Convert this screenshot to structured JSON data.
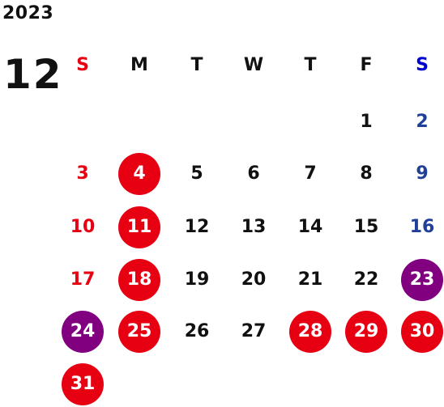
{
  "header": {
    "year": "2023",
    "month": "12"
  },
  "weekdays": [
    {
      "label": "S",
      "color": "#e60012"
    },
    {
      "label": "M",
      "color": "#111111"
    },
    {
      "label": "T",
      "color": "#111111"
    },
    {
      "label": "W",
      "color": "#111111"
    },
    {
      "label": "T",
      "color": "#111111"
    },
    {
      "label": "F",
      "color": "#111111"
    },
    {
      "label": "S",
      "color": "#0000cc"
    }
  ],
  "colors": {
    "sunday_text": "#e60012",
    "saturday_text": "#1f3f99",
    "weekday_text": "#111111",
    "holiday_circle": "#e60012",
    "special_circle": "#800080",
    "circle_text": "#ffffff"
  },
  "days": [
    {
      "day": "1",
      "week": 0,
      "weekday": 5,
      "style": "normal"
    },
    {
      "day": "2",
      "week": 0,
      "weekday": 6,
      "style": "saturday"
    },
    {
      "day": "3",
      "week": 1,
      "weekday": 0,
      "style": "sunday"
    },
    {
      "day": "4",
      "week": 1,
      "weekday": 1,
      "style": "holiday"
    },
    {
      "day": "5",
      "week": 1,
      "weekday": 2,
      "style": "normal"
    },
    {
      "day": "6",
      "week": 1,
      "weekday": 3,
      "style": "normal"
    },
    {
      "day": "7",
      "week": 1,
      "weekday": 4,
      "style": "normal"
    },
    {
      "day": "8",
      "week": 1,
      "weekday": 5,
      "style": "normal"
    },
    {
      "day": "9",
      "week": 1,
      "weekday": 6,
      "style": "saturday"
    },
    {
      "day": "10",
      "week": 2,
      "weekday": 0,
      "style": "sunday"
    },
    {
      "day": "11",
      "week": 2,
      "weekday": 1,
      "style": "holiday"
    },
    {
      "day": "12",
      "week": 2,
      "weekday": 2,
      "style": "normal"
    },
    {
      "day": "13",
      "week": 2,
      "weekday": 3,
      "style": "normal"
    },
    {
      "day": "14",
      "week": 2,
      "weekday": 4,
      "style": "normal"
    },
    {
      "day": "15",
      "week": 2,
      "weekday": 5,
      "style": "normal"
    },
    {
      "day": "16",
      "week": 2,
      "weekday": 6,
      "style": "saturday"
    },
    {
      "day": "17",
      "week": 3,
      "weekday": 0,
      "style": "sunday"
    },
    {
      "day": "18",
      "week": 3,
      "weekday": 1,
      "style": "holiday"
    },
    {
      "day": "19",
      "week": 3,
      "weekday": 2,
      "style": "normal"
    },
    {
      "day": "20",
      "week": 3,
      "weekday": 3,
      "style": "normal"
    },
    {
      "day": "21",
      "week": 3,
      "weekday": 4,
      "style": "normal"
    },
    {
      "day": "22",
      "week": 3,
      "weekday": 5,
      "style": "normal"
    },
    {
      "day": "23",
      "week": 3,
      "weekday": 6,
      "style": "special"
    },
    {
      "day": "24",
      "week": 4,
      "weekday": 0,
      "style": "special"
    },
    {
      "day": "25",
      "week": 4,
      "weekday": 1,
      "style": "holiday"
    },
    {
      "day": "26",
      "week": 4,
      "weekday": 2,
      "style": "normal"
    },
    {
      "day": "27",
      "week": 4,
      "weekday": 3,
      "style": "normal"
    },
    {
      "day": "28",
      "week": 4,
      "weekday": 4,
      "style": "holiday"
    },
    {
      "day": "29",
      "week": 4,
      "weekday": 5,
      "style": "holiday"
    },
    {
      "day": "30",
      "week": 4,
      "weekday": 6,
      "style": "holiday"
    },
    {
      "day": "31",
      "week": 5,
      "weekday": 0,
      "style": "holiday"
    }
  ]
}
